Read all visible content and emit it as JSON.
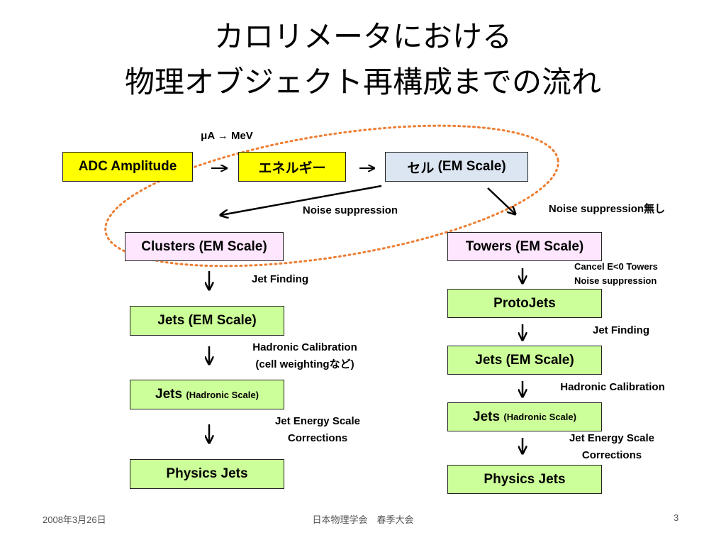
{
  "title": {
    "line1": "カロリメータにおける",
    "line2": "物理オブジェクト再構成までの流れ"
  },
  "top_row": {
    "unit_label": "μA → MeV",
    "adc": "ADC Amplitude",
    "energy": "エネルギー",
    "cell_prefix": "セル",
    "cell_suffix": " (EM Scale)"
  },
  "left_chain": {
    "edge_label": "Noise suppression",
    "clusters": "Clusters (EM Scale)",
    "jet_finding": "Jet Finding",
    "jets_em": "Jets (EM Scale)",
    "hadronic_cal_1": "Hadronic Calibration",
    "hadronic_cal_2": "(cell weightingなど)",
    "jets_had_main": "Jets",
    "jets_had_sub": "(Hadronic Scale)",
    "jes_1": "Jet Energy Scale",
    "jes_2": "Corrections",
    "physics_jets": "Physics Jets"
  },
  "right_chain": {
    "edge_label": "Noise suppression無し",
    "towers": "Towers (EM Scale)",
    "cancel_1": "Cancel E<0 Towers",
    "cancel_2": "Noise suppression",
    "protojets": "ProtoJets",
    "jet_finding": "Jet Finding",
    "jets_em": "Jets (EM Scale)",
    "hadronic_cal": "Hadronic Calibration",
    "jets_had_main": "Jets",
    "jets_had_sub": "(Hadronic Scale)",
    "jes_1": "Jet Energy Scale",
    "jes_2": "Corrections",
    "physics_jets": "Physics Jets"
  },
  "footer": {
    "date": "2008年3月26日",
    "event": "日本物理学会　春季大会",
    "page": "3"
  },
  "colors": {
    "yellow": "#ffff00",
    "blue": "#dce6f2",
    "pink": "#ffe6ff",
    "green": "#ccff99",
    "ellipse": "#ed7d31"
  }
}
